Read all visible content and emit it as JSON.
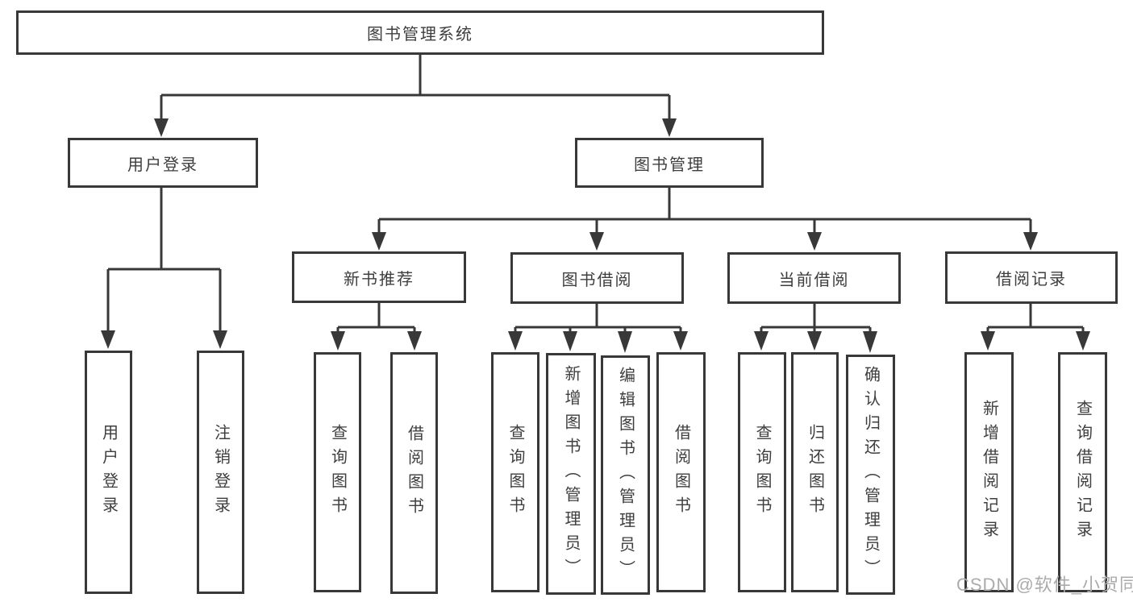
{
  "colors": {
    "background": "#ffffff",
    "line": "#383838",
    "text": "#3e3e3e",
    "watermark": "#ababab"
  },
  "tree": {
    "root": {
      "label": "图书管理系统"
    },
    "user_login": {
      "label": "用户登录",
      "children": [
        "用户登录",
        "注销登录"
      ]
    },
    "book_management": {
      "label": "图书管理",
      "sections": {
        "new_book_recommend": {
          "label": "新书推荐",
          "children": [
            "查询图书",
            "借阅图书"
          ]
        },
        "book_borrow": {
          "label": "图书借阅",
          "children": [
            "查询图书",
            "新增图书（管理员）",
            "编辑图书（管理员）",
            "借阅图书"
          ]
        },
        "current_borrow": {
          "label": "当前借阅",
          "children": [
            "查询图书",
            "归还图书",
            "确认归还（管理员）"
          ]
        },
        "borrow_records": {
          "label": "借阅记录",
          "children": [
            "新增借阅记录",
            "查询借阅记录"
          ]
        }
      }
    }
  },
  "watermark": {
    "text": "CSDN @软件_小贺同学"
  }
}
